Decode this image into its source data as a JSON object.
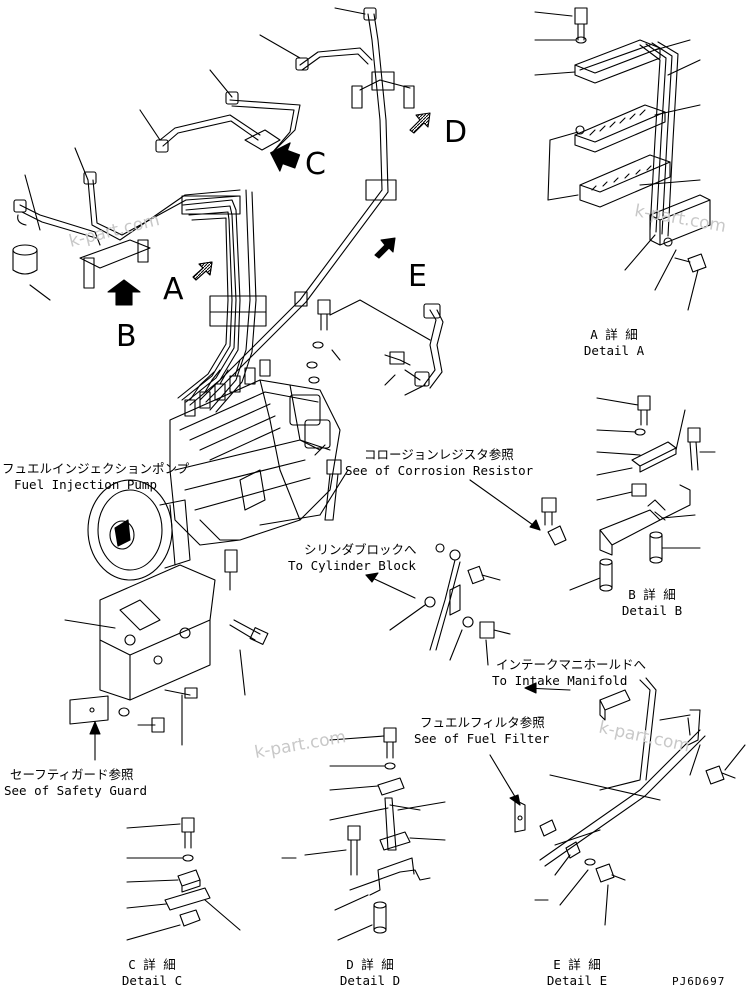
{
  "callouts": {
    "fuel_injection_pump_jp": "フュエルインジェクションポンプ",
    "fuel_injection_pump_en": "Fuel Injection Pump",
    "corrosion_resistor_jp": "コロージョンレジスタ参照",
    "corrosion_resistor_en": "See of Corrosion Resistor",
    "cylinder_block_jp": "シリンダブロックへ",
    "cylinder_block_en": "To Cylinder Block",
    "intake_manifold_jp": "インテークマニホールドへ",
    "intake_manifold_en": "To Intake Manifold",
    "fuel_filter_jp": "フュエルフィルタ参照",
    "fuel_filter_en": "See of Fuel Filter",
    "safety_guard_jp": "セーフティガード参照",
    "safety_guard_en": "See of Safety Guard"
  },
  "view_letters": {
    "a": "A",
    "b": "B",
    "c": "C",
    "d": "D",
    "e": "E"
  },
  "details": {
    "a": {
      "jp": "A 詳 細",
      "en": "Detail A"
    },
    "b": {
      "jp": "B 詳 細",
      "en": "Detail B"
    },
    "c": {
      "jp": "C 詳 細",
      "en": "Detail C"
    },
    "d": {
      "jp": "D 詳 細",
      "en": "Detail D"
    },
    "e": {
      "jp": "E 詳 細",
      "en": "Detail E"
    }
  },
  "watermark": "k-part.com",
  "drawing_code": "PJ6D697"
}
